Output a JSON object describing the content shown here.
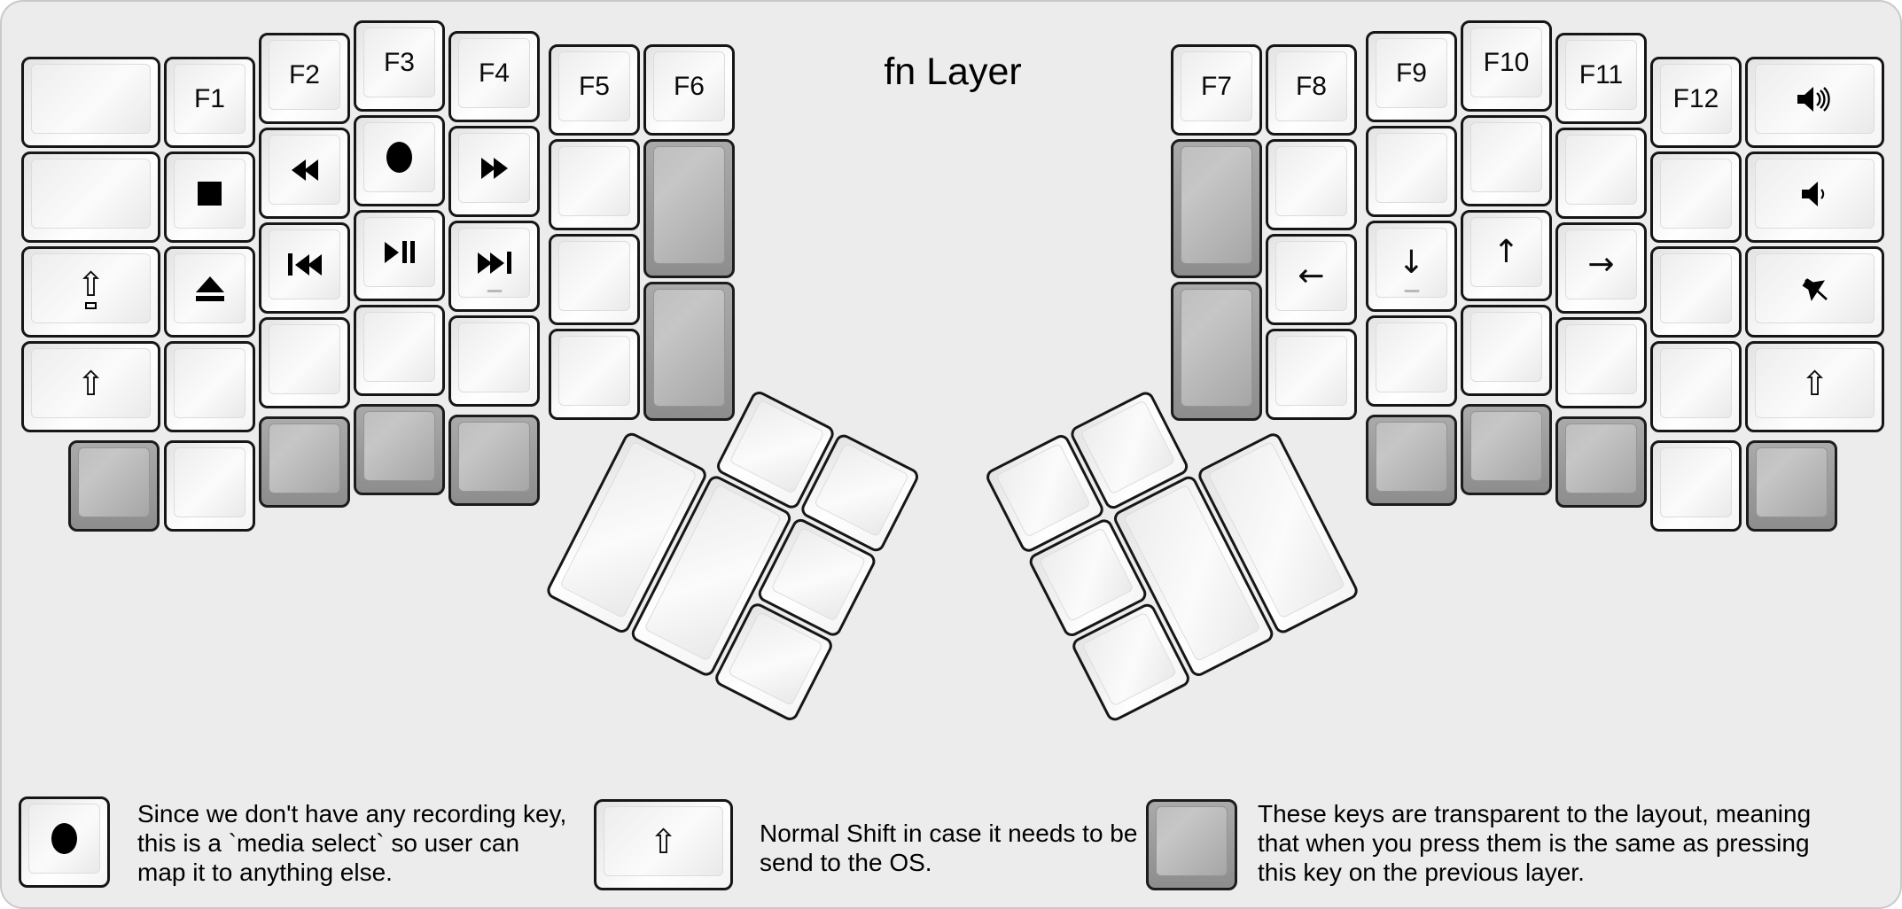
{
  "title": "fn Layer",
  "keys": {
    "f1": "F1",
    "f2": "F2",
    "f3": "F3",
    "f4": "F4",
    "f5": "F5",
    "f6": "F6",
    "f7": "F7",
    "f8": "F8",
    "f9": "F9",
    "f10": "F10",
    "f11": "F11",
    "f12": "F12"
  },
  "glyphs": {
    "shift": "⇧",
    "arrow_left": "←",
    "arrow_down": "↓",
    "arrow_up": "↑",
    "arrow_right": "→"
  },
  "icons": {
    "record": "filled-ellipse",
    "stop": "filled-square",
    "eject": "triangle-above-bar",
    "rewind": "two-left-triangles",
    "previous-track": "bar-two-left-triangles",
    "play-pause": "right-triangle-two-bars",
    "fast-forward": "two-right-triangles",
    "next-track": "two-right-triangles-bar",
    "volume-up": "speaker-three-waves",
    "volume-down": "speaker-one-wave",
    "volume-mute": "tilted-speaker-slash",
    "caps-shift": "outline-up-arrow-over-box",
    "transparent-key": "gray-keycap"
  },
  "legend": {
    "media_select": "Since we don't have any recording key, this is a `media select` so user can map it to anything else.",
    "shift": "Normal Shift in case it needs to be send to the OS.",
    "transparent": "These keys are transparent to the layout, meaning that when you press them is the same as pressing this key on the previous layer."
  },
  "colors": {
    "background": "#ececec",
    "key_border": "#161616",
    "key_fill": "#ffffff",
    "transparent_key_fill": "#a9a9a9",
    "sub_dash": "#b9b9b9"
  }
}
